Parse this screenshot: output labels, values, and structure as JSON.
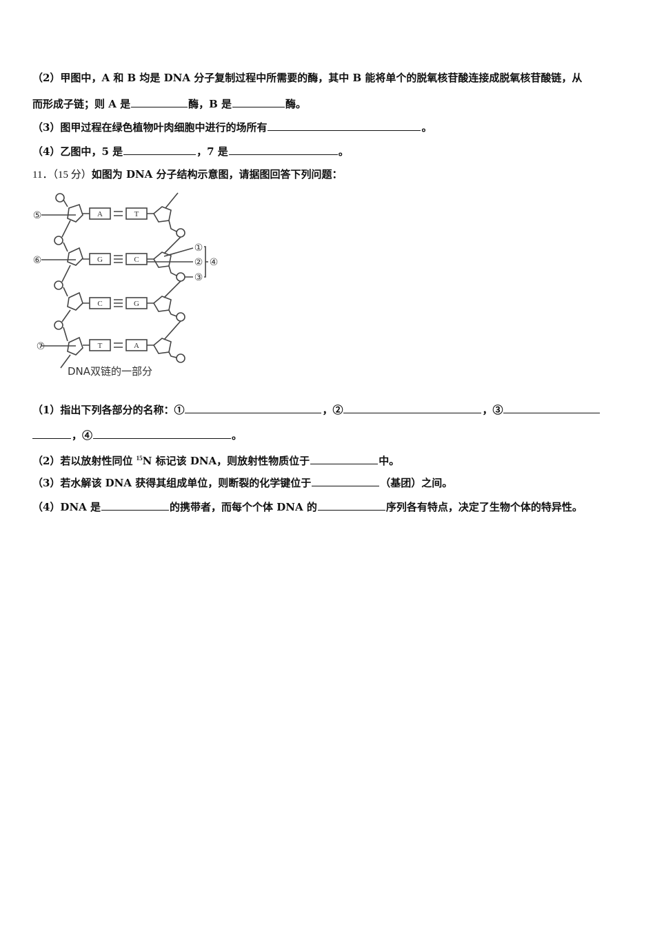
{
  "q10": {
    "part2": {
      "prefix": "（2）甲图中，",
      "line1_text": "A 和 B 均是 DNA 分子复制过程中所需要的酶，其中 B 能将单个的脱氧核苷酸连接成脱氧核苷酸链，从",
      "line2_a": "而形成子链；则 A 是",
      "line2_b": "酶，B 是",
      "line2_c": "酶。"
    },
    "part3": {
      "text": "（3）图甲过程在绿色植物叶肉细胞中进行的场所有",
      "end": "。"
    },
    "part4": {
      "a": "（4）乙图中，5 是",
      "b": "，7 是",
      "c": "。"
    }
  },
  "q11": {
    "number": "11．",
    "score": "（15 分）",
    "stem": "如图为 DNA 分子结构示意图，请据图回答下列问题：",
    "figure": {
      "caption": "DNA双链的一部分",
      "left_labels": [
        "⑤",
        "⑥",
        "⑦"
      ],
      "right_labels": [
        "①",
        "②",
        "③",
        "④"
      ],
      "base_pairs": [
        {
          "left": "A",
          "right": "T",
          "bonds": 2
        },
        {
          "left": "G",
          "right": "C",
          "bonds": 3
        },
        {
          "left": "C",
          "right": "G",
          "bonds": 3
        },
        {
          "left": "T",
          "right": "A",
          "bonds": 2
        }
      ]
    },
    "part1": {
      "prefix": "（1）指出下列各部分的名称：①",
      "sep2": "，②",
      "sep3": "，③",
      "sep4": "，④",
      "end": "。"
    },
    "part2": {
      "a": "（2）若以放射性同位 ",
      "sup": "15",
      "b": "N 标记该 DNA，则放射性物质位于",
      "c": "中。"
    },
    "part3": {
      "a": "（3）若水解该 DNA 获得其组成单位，则断裂的化学键位于",
      "b": "（基团）之间。"
    },
    "part4": {
      "a": "（4）DNA 是",
      "b": "的携带者，而每个个体 DNA 的",
      "c": "序列各有特点，决定了生物个体的特异性。"
    }
  }
}
